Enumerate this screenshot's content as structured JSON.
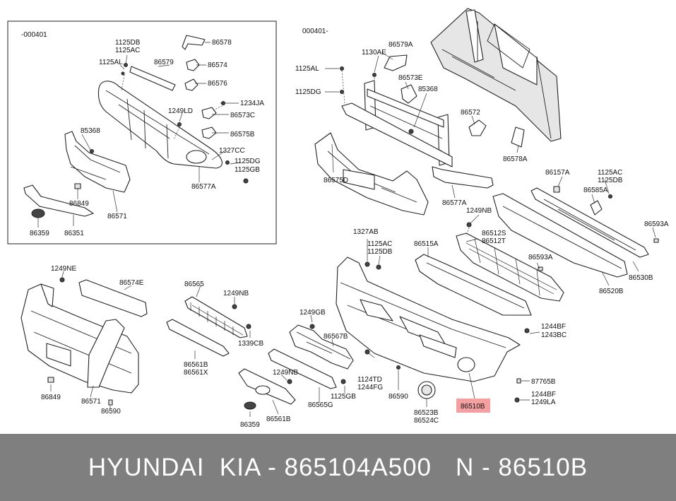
{
  "diagram": {
    "highlight_color": "#f4a0a0",
    "inset_code": "-000401",
    "main_code": "000401-",
    "inset_labels": [
      "1125DB",
      "1125AC",
      "86578",
      "1125AL",
      "86579",
      "86574",
      "86576",
      "1234JA",
      "1249LD",
      "86573C",
      "86575B",
      "85368",
      "1327CC",
      "1125DG",
      "1125GB",
      "86577A",
      "86849",
      "86571",
      "86359",
      "86351"
    ],
    "main_labels": [
      "86579A",
      "1130AE",
      "1125AL",
      "86573E",
      "1125DG",
      "85368",
      "86572",
      "86578A",
      "86157A",
      "1125AC",
      "1125DB",
      "86585A",
      "86575D",
      "86577A",
      "1249NB",
      "86512S",
      "86512T",
      "86593A",
      "1327AB",
      "86515A",
      "1125AC",
      "1125DB",
      "86593A",
      "86530B",
      "86520B"
    ],
    "lower_left_labels": [
      "1249NE",
      "86574E",
      "86849",
      "86571",
      "86590"
    ],
    "lower_mid_labels": [
      "86565",
      "1249NB",
      "1339CB",
      "86561B",
      "86561X",
      "1249NB",
      "86359",
      "86561B",
      "1249GB",
      "86567B",
      "86565G",
      "1125GB"
    ],
    "lower_right_labels": [
      "1124TD",
      "1244FG",
      "86590",
      "86523B",
      "86524C",
      "86510B",
      "1244BF",
      "1243BC",
      "87765B",
      "1244BF",
      "1249LA"
    ],
    "highlighted_label": "86510B"
  },
  "footer": {
    "brand": "HYUNDAI  KIA - 865104A500",
    "part": "N - 86510B"
  }
}
